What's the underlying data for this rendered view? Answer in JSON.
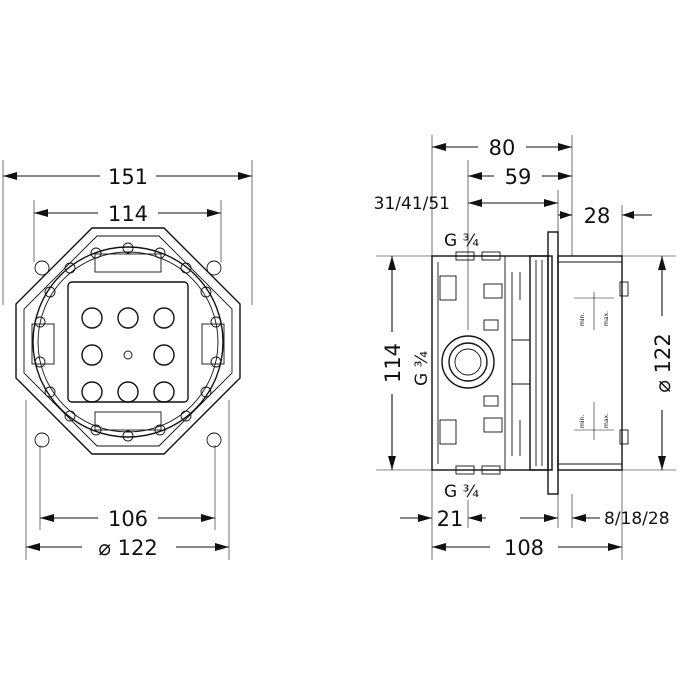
{
  "dimensions": {
    "front_outer_width": "151",
    "front_inner_width": "114",
    "front_bottom_width": "106",
    "front_bottom_diameter": "⌀ 122",
    "side_total_depth": "80",
    "side_inner_depth": "59",
    "side_install_depth": "31/41/51",
    "side_cover_depth": "28",
    "side_height": "114",
    "side_diameter": "⌀ 122",
    "side_bottom_left": "21",
    "side_bottom_total": "108",
    "side_bottom_right": "8/18/28"
  },
  "thread_labels": {
    "top": "G ¾",
    "middle": "G ¾",
    "bottom": "G ¾"
  },
  "marks": {
    "min": "min.",
    "max": "max."
  }
}
